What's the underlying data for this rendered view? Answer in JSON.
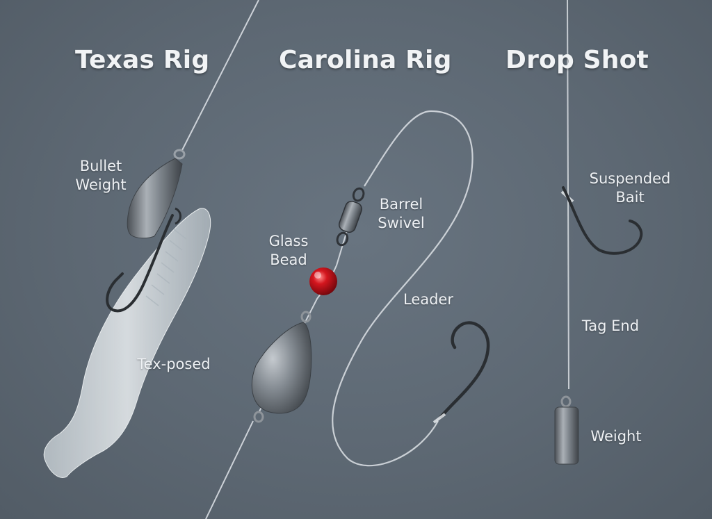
{
  "colors": {
    "background": "#5d6873",
    "text": "#eef1f4",
    "line": "#d9dee3",
    "metal": "#8e949a",
    "bead": "#c0121a",
    "worm": "#dfe6ea",
    "hook": "#2a2e32"
  },
  "rigs": [
    {
      "title": "Texas Rig",
      "labels": [
        {
          "lines": [
            "Bullet",
            "Weight"
          ]
        },
        {
          "lines": [
            "Tex-posed"
          ]
        }
      ]
    },
    {
      "title": "Carolina Rig",
      "labels": [
        {
          "lines": [
            "Glass",
            "Bead"
          ]
        },
        {
          "lines": [
            "Barrel",
            "Swivel"
          ]
        },
        {
          "lines": [
            "Leader"
          ]
        }
      ]
    },
    {
      "title": "Drop Shot",
      "labels": [
        {
          "lines": [
            "Suspended",
            "Bait"
          ]
        },
        {
          "lines": [
            "Tag End"
          ]
        },
        {
          "lines": [
            "Weight"
          ]
        }
      ]
    }
  ]
}
